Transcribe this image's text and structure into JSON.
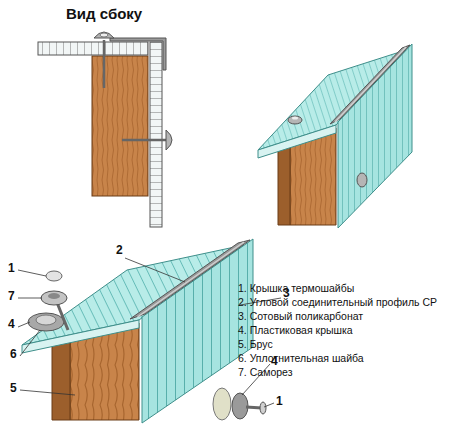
{
  "diagram": {
    "title": "Вид сбоку",
    "labels": [
      "2",
      "1",
      "7",
      "4",
      "6",
      "5",
      "3",
      "4",
      "1",
      "1. Крышка термошайбы",
      "2. Угловой соединительный профиль СР",
      "3. Сотовый поликарбонат",
      "4. Пластиковая крышка",
      "5. Брус",
      "6. Уплотнительная шайба",
      "7. Саморез"
    ]
  }
}
